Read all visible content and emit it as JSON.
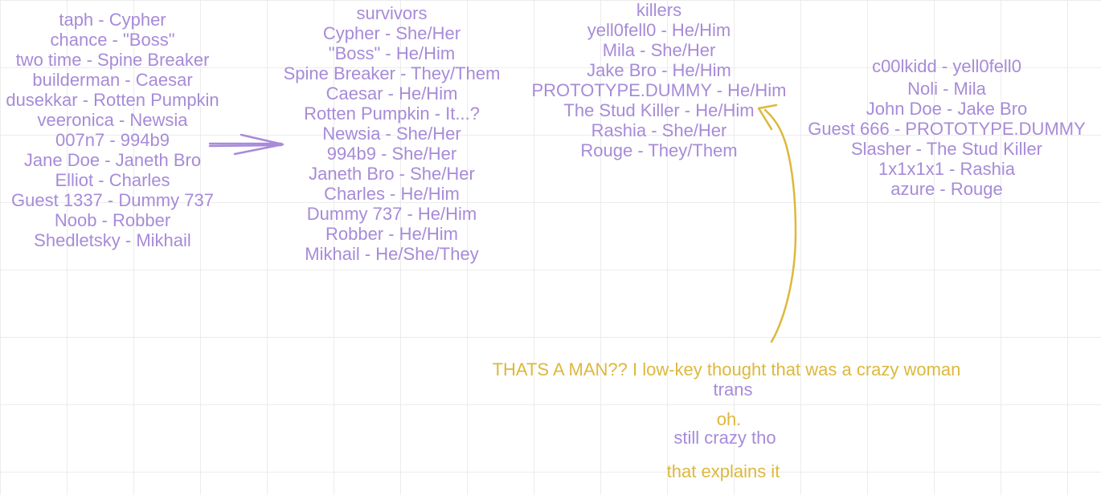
{
  "players": [
    "taph - Cypher",
    "chance - \"Boss\"",
    "two time - Spine Breaker",
    "builderman - Caesar",
    "dusekkar - Rotten Pumpkin",
    "veeronica - Newsia",
    "007n7 - 994b9",
    "Jane Doe - Janeth Bro",
    "Elliot - Charles",
    "Guest 1337 - Dummy 737",
    "Noob - Robber",
    "Shedletsky - Mikhail"
  ],
  "survivors": {
    "heading": "survivors",
    "items": [
      "Cypher - She/Her",
      "\"Boss\" - He/Him",
      "Spine Breaker - They/Them",
      "Caesar - He/Him",
      "Rotten Pumpkin - It...?",
      "Newsia - She/Her",
      "994b9 - She/Her",
      "Janeth Bro - She/Her",
      "Charles - He/Him",
      "Dummy 737 - He/Him",
      "Robber - He/Him",
      "Mikhail - He/She/They"
    ]
  },
  "killers": {
    "heading": "killers",
    "items": [
      "yell0fell0 - He/Him",
      "Mila - She/Her",
      "Jake Bro - He/Him",
      "PROTOTYPE.DUMMY - He/Him",
      "The Stud Killer - He/Him",
      "Rashia - She/Her",
      "Rouge - They/Them"
    ]
  },
  "killer_players": [
    "c00lkidd - yell0fell0",
    "Noli - Mila",
    "John Doe - Jake Bro",
    "Guest 666 - PROTOTYPE.DUMMY",
    "Slasher - The Stud Killer",
    "1x1x1x1 - Rashia",
    "azure - Rouge"
  ],
  "notes": {
    "man": "THATS A MAN?? I low-key thought that was a crazy woman",
    "trans": "trans",
    "oh": "oh.",
    "crazy": "still crazy tho",
    "explains": "that explains it"
  },
  "colors": {
    "purple": "#a78bd8",
    "yellow": "#ddb83c"
  }
}
